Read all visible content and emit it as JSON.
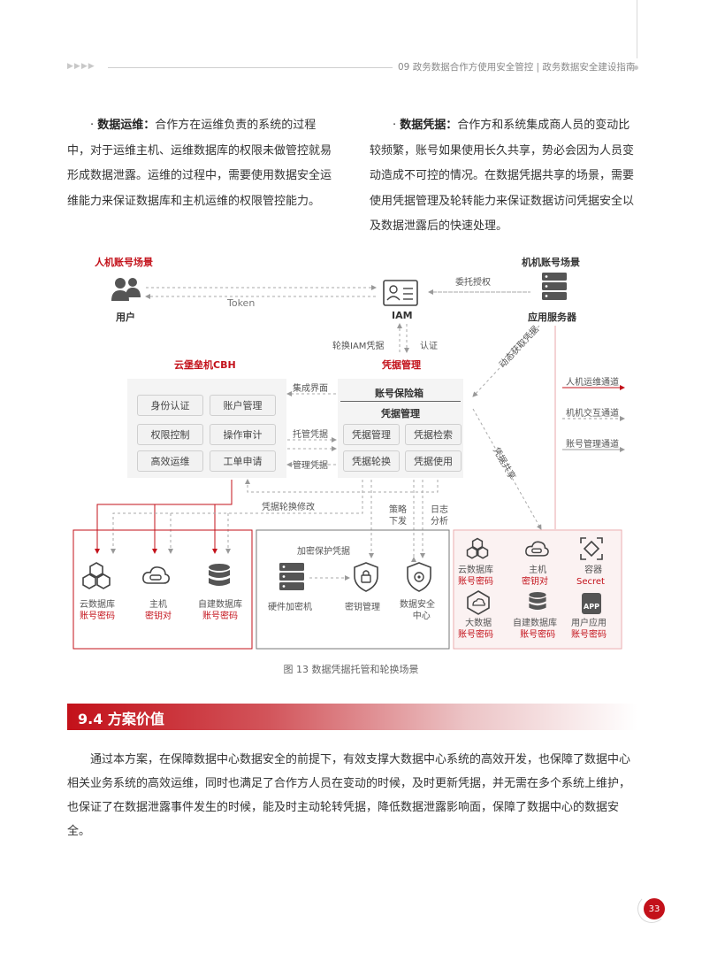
{
  "header": {
    "arrows": "▶▶▶▶",
    "title": "09 政务数据合作方使用安全管控 | 政务数据安全建设指南"
  },
  "left_para": {
    "prefix": "· ",
    "term": "数据运维：",
    "text": "合作方在运维负责的系统的过程中，对于运维主机、运维数据库的权限未做管控就易形成数据泄露。运维的过程中，需要使用数据安全运维能力来保证数据库和主机运维的权限管控能力。"
  },
  "right_para": {
    "prefix": "· ",
    "term": "数据凭据：",
    "text": "合作方和系统集成商人员的变动比较频繁，账号如果使用长久共享，势必会因为人员变动造成不可控的情况。在数据凭据共享的场景，需要使用凭据管理及轮转能力来保证数据访问凭据安全以及数据泄露后的快速处理。"
  },
  "diagram": {
    "human_scene": "人机账号场景",
    "machine_scene": "机机账号场景",
    "user": "用户",
    "token": "Token",
    "iam": "IAM",
    "delegate": "委托授权",
    "app_server": "应用服务器",
    "rotate_iam": "轮换IAM凭据",
    "auth": "认证",
    "bastion": "云堡垒机CBH",
    "cred_mgmt_title": "凭据管理",
    "dynamic": "动态获取凭据",
    "cred_share": "凭据共享",
    "integrate_ui": "集成界面",
    "custody": "托管凭据",
    "manage_cred": "管理凭据",
    "vault": "账号保险箱",
    "vault_sub": "凭据管理",
    "cbh_buttons": [
      "身份认证",
      "账户管理",
      "权限控制",
      "操作审计",
      "高效运维",
      "工单申请"
    ],
    "vault_buttons": [
      "凭据管理",
      "凭据检索",
      "凭据轮换",
      "凭据使用"
    ],
    "legend": [
      "人机运维通道",
      "机机交互通道",
      "账号管理通道"
    ],
    "rotate_modify": "凭据轮换修改",
    "policy": "策略下发",
    "policy_l1": "策略",
    "policy_l2": "下发",
    "log_l1": "日志",
    "log_l2": "分析",
    "encrypt_protect": "加密保护凭据",
    "left_targets": [
      {
        "name": "云数据库",
        "sub": "账号密码"
      },
      {
        "name": "主机",
        "sub": "密钥对"
      },
      {
        "name": "自建数据库",
        "sub": "账号密码"
      }
    ],
    "middle_targets": [
      {
        "name": "硬件加密机"
      },
      {
        "name": "密钥管理"
      },
      {
        "name": "数据安全",
        "name2": "中心"
      }
    ],
    "right_targets": [
      {
        "name": "云数据库",
        "sub": "账号密码"
      },
      {
        "name": "主机",
        "sub": "密钥对"
      },
      {
        "name": "容器",
        "sub": "Secret"
      },
      {
        "name": "大数据",
        "sub": "账号密码"
      },
      {
        "name": "自建数据库",
        "sub": "账号密码"
      },
      {
        "name": "用户应用",
        "sub": "账号密码"
      }
    ],
    "app_badge": "APP"
  },
  "caption": "图 13  数据凭据托管和轮换场景",
  "section": {
    "title": "9.4 方案价值"
  },
  "body": "通过本方案，在保障数据中心数据安全的前提下，有效支撑大数据中心系统的高效开发，也保障了数据中心相关业务系统的高效运维，同时也满足了合作方人员在变动的时候，及时更新凭据，并无需在多个系统上维护，也保证了在数据泄露事件发生的时候，能及时主动轮转凭据，降低数据泄露影响面，保障了数据中心的数据安全。",
  "page_number": "33",
  "colors": {
    "brand_red": "#c3111a",
    "text": "#333333"
  }
}
